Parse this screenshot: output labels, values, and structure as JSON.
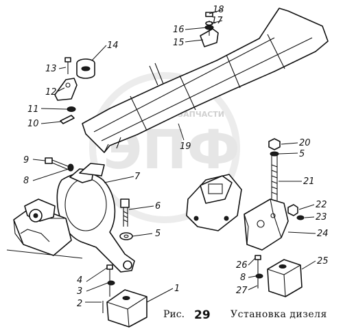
{
  "caption": {
    "label": "Рис.",
    "number": "29",
    "title": "Установка дизеля"
  },
  "watermark": {
    "logo_text": "ЭПФ",
    "tagline": "ТЕХНИКА И ЗАПЧАСТИ"
  },
  "callouts": [
    "1",
    "2",
    "3",
    "4",
    "5",
    "5",
    "6",
    "7",
    "8",
    "8",
    "9",
    "10",
    "11",
    "12",
    "13",
    "14",
    "15",
    "16",
    "17",
    "18",
    "19",
    "20",
    "21",
    "22",
    "23",
    "24",
    "25",
    "26",
    "27"
  ],
  "colors": {
    "line": "#111111",
    "background": "#ffffff",
    "watermark": "#e6e6e6"
  }
}
